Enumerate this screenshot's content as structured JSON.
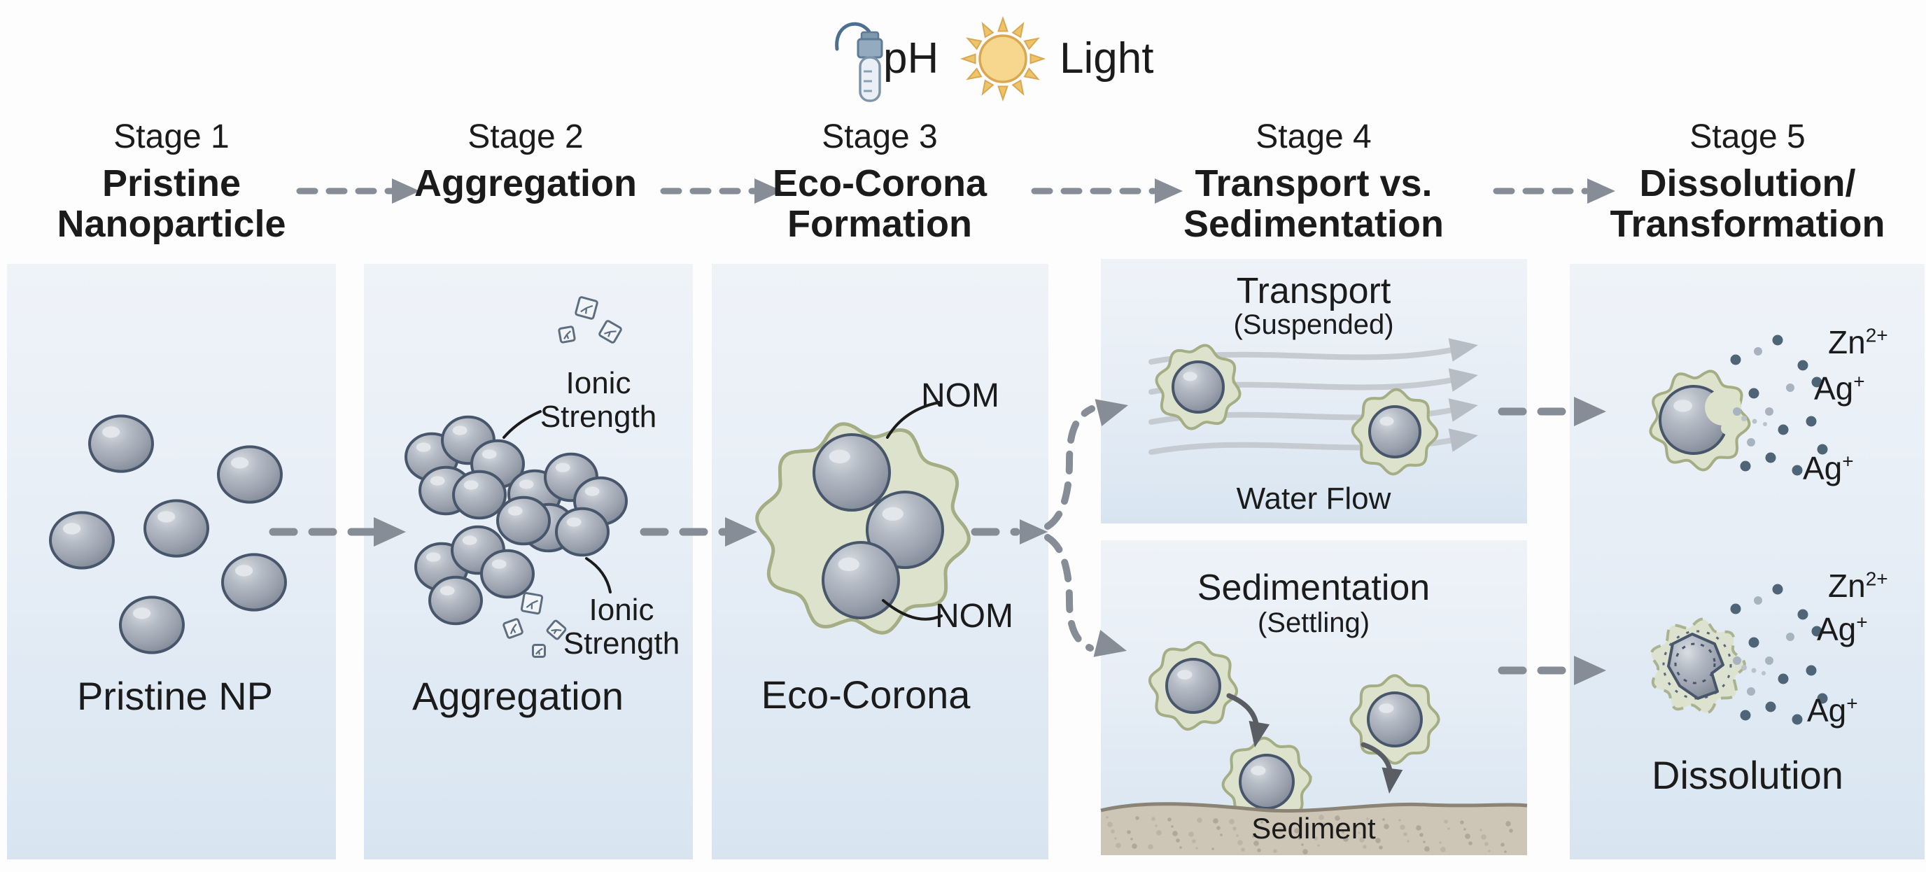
{
  "env": {
    "ph_label": "pH",
    "light_label": "Light",
    "ph_icon": "ph-probe-icon",
    "light_icon": "sun-icon"
  },
  "stages": [
    {
      "label": "Stage 1",
      "line1": "Pristine",
      "line2": "Nanoparticle"
    },
    {
      "label": "Stage 2",
      "line1": "Aggregation",
      "line2": ""
    },
    {
      "label": "Stage 3",
      "line1": "Eco-Corona",
      "line2": "Formation"
    },
    {
      "label": "Stage 4",
      "line1": "Transport vs.",
      "line2": "Sedimentation"
    },
    {
      "label": "Stage 5",
      "line1": "Dissolution/",
      "line2": "Transformation"
    }
  ],
  "panels": {
    "pristine": {
      "caption": "Pristine NP"
    },
    "aggregation": {
      "caption": "Aggregation",
      "annotation_top": "Ionic Strength",
      "annotation_bottom": "Ionic Strength"
    },
    "eco_corona": {
      "caption": "Eco-Corona",
      "annotation_top": "NOM",
      "annotation_bottom": "NOM"
    },
    "transport": {
      "title": "Transport",
      "subtitle": "(Suspended)",
      "caption": "Water Flow"
    },
    "sedimentation": {
      "title": "Sedimentation",
      "subtitle": "(Settling)",
      "caption": "Sediment"
    },
    "dissolution": {
      "caption": "Dissolution",
      "ions_top": [
        {
          "base": "Zn",
          "sup": "2+"
        },
        {
          "base": "Ag",
          "sup": "+"
        },
        {
          "base": "Ag",
          "sup": "+"
        }
      ],
      "ions_bottom": [
        {
          "base": "Zn",
          "sup": "2+"
        },
        {
          "base": "Ag",
          "sup": "+"
        },
        {
          "base": "Ag",
          "sup": "+"
        }
      ]
    }
  },
  "colors": {
    "text": "#1b1b1b",
    "panel_bg_top": "#eff3f8",
    "panel_bg_bottom": "#d8e5f1",
    "sphere_stroke": "#47566b",
    "sphere_mid": "#a8aeb9",
    "corona_fill": "#dce2cb",
    "corona_stroke": "#a5ad85",
    "arrow_gray": "#868d96",
    "flow_line": "#c6cbd1",
    "flow_head": "#b7bdc4",
    "sediment_fill": "#cdc5b6",
    "sediment_stroke": "#8a8376",
    "sediment_dot": "#a9a294",
    "ion_dark": "#4e6477",
    "ion_light": "#a7b4bf",
    "settle_arrow": "#5a5e64",
    "salt_stroke": "#5d6e80",
    "salt_fill": "#f2f5f8",
    "sun_fill": "#f6d78d",
    "sun_ray": "#eec46a",
    "sun_stroke": "#d9a851",
    "probe_body": "#e9eff4",
    "probe_cap": "#93aabf",
    "probe_stroke": "#5d7b95",
    "probe_cable": "#4e7090"
  }
}
